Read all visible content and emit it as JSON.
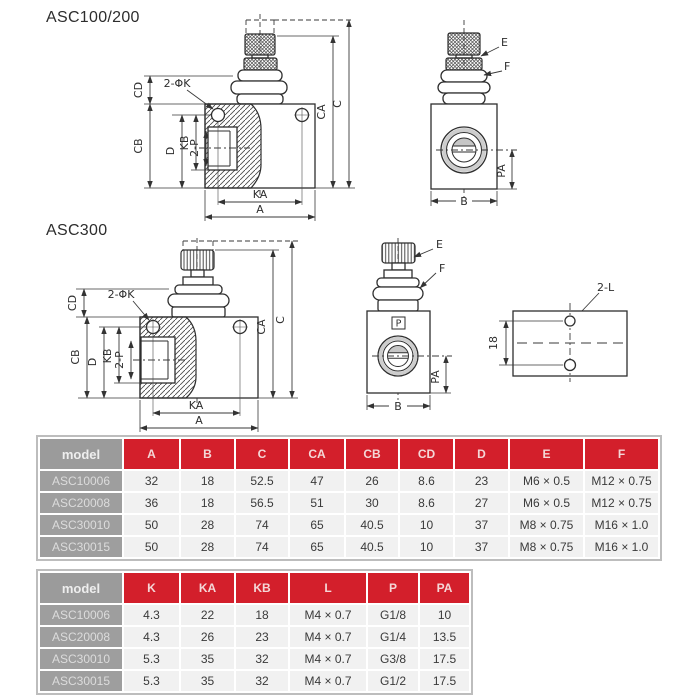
{
  "colors": {
    "accent_red": "#d31f2b",
    "model_gray": "#9b9b9b",
    "row_bg": "#f1f1f1",
    "line": "#2e2e2e"
  },
  "sections": {
    "asc100_200": {
      "title": "ASC100/200"
    },
    "asc300": {
      "title": "ASC300"
    }
  },
  "drawings": {
    "front_labels": {
      "cd": "CD",
      "cb": "CB",
      "d": "D",
      "kb": "KB",
      "two_p": "2-P",
      "two_phi_k": "2-ΦK",
      "ca": "CA",
      "c": "C",
      "ka": "KA",
      "a": "A"
    },
    "side_labels": {
      "e": "E",
      "f": "F",
      "pa": "PA",
      "b": "B",
      "p_port": "P"
    },
    "top_labels": {
      "two_l": "2-L",
      "hole_spacing": "18"
    }
  },
  "table1": {
    "headers": [
      "model",
      "A",
      "B",
      "C",
      "CA",
      "CB",
      "CD",
      "D",
      "E",
      "F"
    ],
    "rows": [
      {
        "model": "ASC10006",
        "values": [
          "32",
          "18",
          "52.5",
          "47",
          "26",
          "8.6",
          "23",
          "M6 × 0.5",
          "M12 × 0.75"
        ]
      },
      {
        "model": "ASC20008",
        "values": [
          "36",
          "18",
          "56.5",
          "51",
          "30",
          "8.6",
          "27",
          "M6 × 0.5",
          "M12 × 0.75"
        ]
      },
      {
        "model": "ASC30010",
        "values": [
          "50",
          "28",
          "74",
          "65",
          "40.5",
          "10",
          "37",
          "M8 × 0.75",
          "M16 × 1.0"
        ]
      },
      {
        "model": "ASC30015",
        "values": [
          "50",
          "28",
          "74",
          "65",
          "40.5",
          "10",
          "37",
          "M8 × 0.75",
          "M16 × 1.0"
        ]
      }
    ]
  },
  "table2": {
    "headers": [
      "model",
      "K",
      "KA",
      "KB",
      "L",
      "P",
      "PA"
    ],
    "rows": [
      {
        "model": "ASC10006",
        "values": [
          "4.3",
          "22",
          "18",
          "M4 × 0.7",
          "G1/8",
          "10"
        ]
      },
      {
        "model": "ASC20008",
        "values": [
          "4.3",
          "26",
          "23",
          "M4 × 0.7",
          "G1/4",
          "13.5"
        ]
      },
      {
        "model": "ASC30010",
        "values": [
          "5.3",
          "35",
          "32",
          "M4 × 0.7",
          "G3/8",
          "17.5"
        ]
      },
      {
        "model": "ASC30015",
        "values": [
          "5.3",
          "35",
          "32",
          "M4 × 0.7",
          "G1/2",
          "17.5"
        ]
      }
    ]
  }
}
